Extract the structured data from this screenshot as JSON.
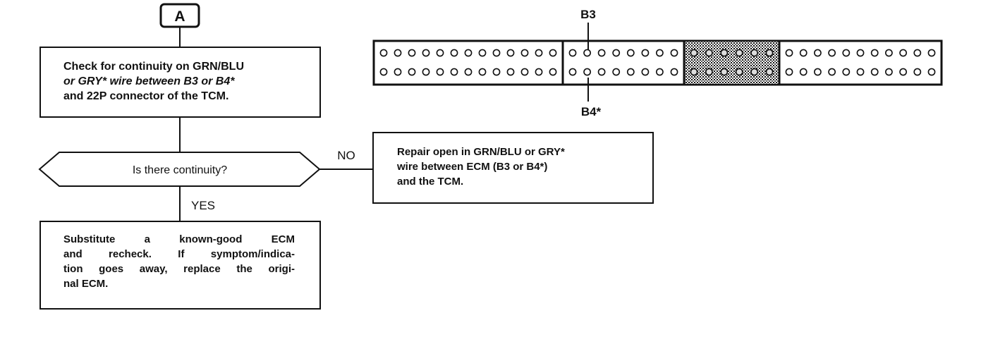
{
  "start_label": "A",
  "check_box": {
    "lines": [
      "Check for continuity on GRN/BLU",
      "or GRY* wire between B3 or B4*",
      "and 22P connector of the TCM."
    ]
  },
  "decision": {
    "text": "Is there continuity?"
  },
  "no_label": "NO",
  "yes_label": "YES",
  "repair_box": {
    "lines": [
      "Repair open in GRN/BLU or GRY*",
      "wire between ECM (B3 or B4*)",
      "and the TCM."
    ]
  },
  "substitute_box": {
    "lines": [
      "Substitute a known-good ECM",
      "and recheck. If symptom/indica-",
      "tion goes away, replace the origi-",
      "nal ECM."
    ]
  },
  "connector": {
    "pin_top_label": "B3",
    "pin_bottom_label": "B4*",
    "sections": [
      {
        "pins_per_row": 13,
        "shaded": false
      },
      {
        "pins_per_row": 8,
        "shaded": false
      },
      {
        "pins_per_row": 6,
        "shaded": true
      },
      {
        "pins_per_row": 11,
        "shaded": false
      }
    ]
  }
}
